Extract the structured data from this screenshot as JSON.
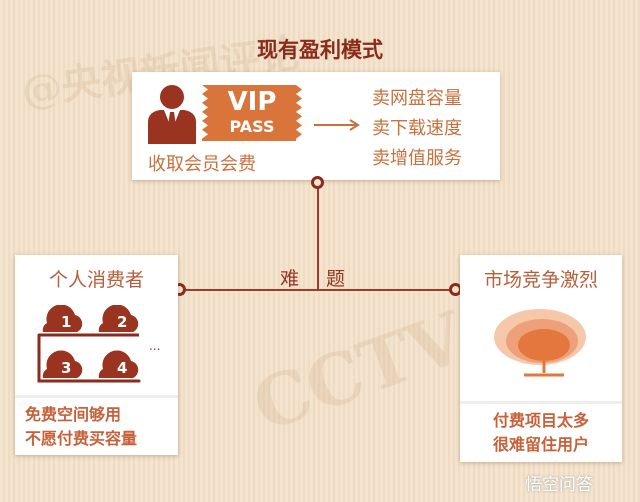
{
  "title": "现有盈利模式",
  "top_box": {
    "vip": "VIP",
    "pass": "PASS",
    "caption": "收取会员会费",
    "items": [
      "卖网盘容量",
      "卖下载速度",
      "卖增值服务"
    ]
  },
  "connector": {
    "left": "难",
    "right": "题"
  },
  "left_box": {
    "title": "个人消费者",
    "clouds": [
      "1",
      "2",
      "3",
      "4"
    ],
    "more": "...",
    "lines": [
      "免费空间够用",
      "不愿付费买容量"
    ]
  },
  "right_box": {
    "title": "市场竞争激烈",
    "lines": [
      "付费项目太多",
      "很难留住用户"
    ]
  },
  "watermarks": {
    "top": "@央视新闻评论",
    "middle": "CCTV",
    "logo": "悟空问答"
  },
  "colors": {
    "dark_red": "#8a2b1b",
    "orange": "#d9743a",
    "text_orange": "#c8713d"
  }
}
